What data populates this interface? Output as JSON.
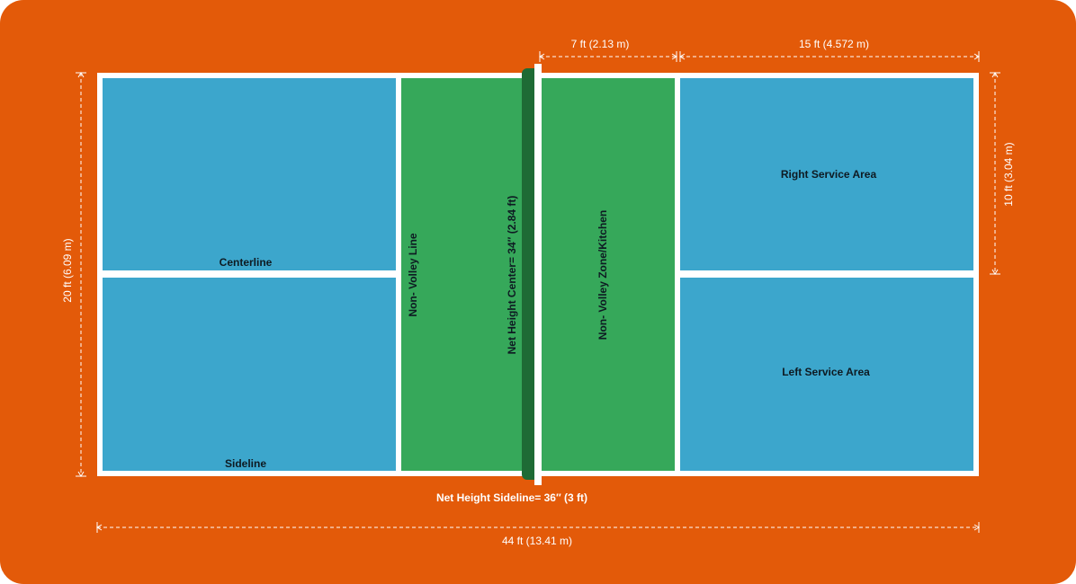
{
  "court": {
    "labels": {
      "centerline": "Centerline",
      "sideline": "Sideline",
      "non_volley_line": "Non- Volley Line",
      "net_height_center": "Net Height Center= 34″ (2.84 ft)",
      "non_volley_zone": "Non- Volley Zone/Kitchen",
      "right_service_area": "Right Service Area",
      "left_service_area": "Left Service Area",
      "net_height_sideline": "Net Height Sideline= 36″ (3 ft)"
    },
    "dimensions": {
      "kitchen_width": "7 ft (2.13 m)",
      "service_length": "15 ft (4.572 m)",
      "court_width": "20 ft (6.09 m)",
      "service_width": "10 ft (3.04 m)",
      "court_length": "44 ft (13.41 m)"
    },
    "colors": {
      "background": "#e35a09",
      "service_area": "#3ca6cc",
      "kitchen": "#36a85a",
      "net": "#1e6b35",
      "lines": "#ffffff"
    }
  }
}
